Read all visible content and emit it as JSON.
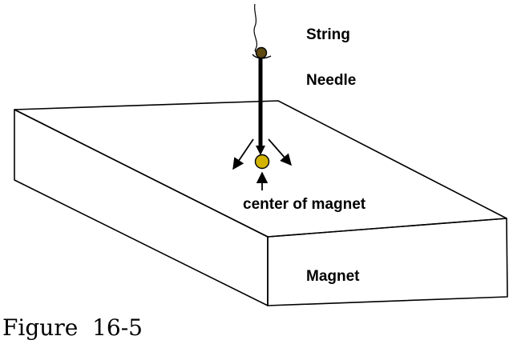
{
  "labels": {
    "string": "String",
    "needle": "Needle",
    "center": "center of magnet",
    "magnet": "Magnet"
  },
  "caption": "Figure  16-5",
  "colors": {
    "line": "#000000",
    "needle_head": "#5e4a10",
    "center_marker": "#d2b400"
  },
  "icons": {
    "center": "gold-circle-marker",
    "needle_head": "brown-ball"
  }
}
